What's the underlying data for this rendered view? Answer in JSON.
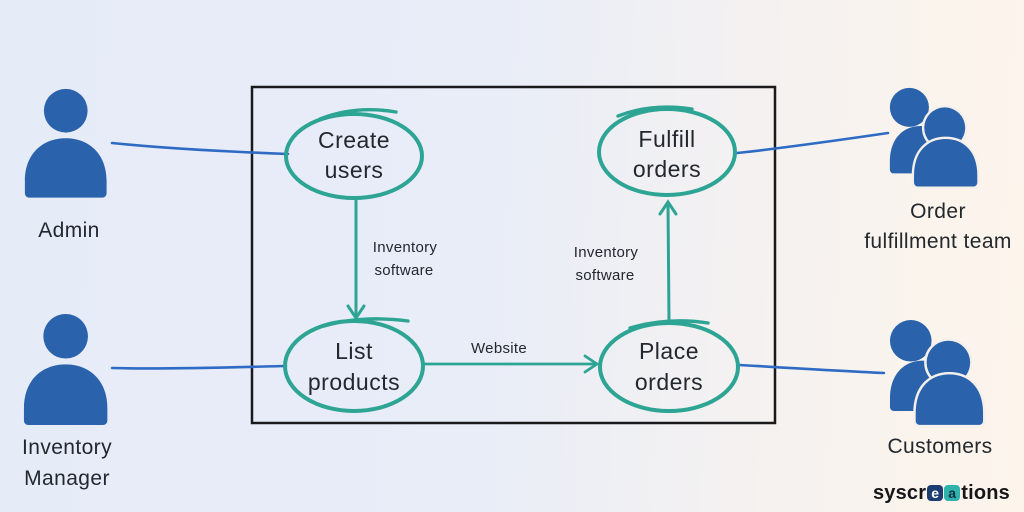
{
  "colors": {
    "accent_teal": "#2da494",
    "actor_blue": "#2a63ac",
    "connector_blue": "#2e6bc4",
    "text_dark": "#23272e",
    "boundary_black": "#1a1a1c",
    "background_left": "#e6ebf8",
    "background_right": "#fdf5ec",
    "logo_navy_tile": "#1d3c72",
    "logo_teal_tile": "#2fb2a9"
  },
  "actors": [
    {
      "id": "admin",
      "line1": "Admin",
      "line2": ""
    },
    {
      "id": "inventory-manager",
      "line1": "Inventory",
      "line2": "Manager"
    },
    {
      "id": "order-fulfillment-team",
      "line1": "Order",
      "line2": "fulfillment team"
    },
    {
      "id": "customers",
      "line1": "Customers",
      "line2": ""
    }
  ],
  "use_cases": [
    {
      "id": "create-users",
      "line1": "Create",
      "line2": "users"
    },
    {
      "id": "fulfill-orders",
      "line1": "Fulfill",
      "line2": "orders"
    },
    {
      "id": "list-products",
      "line1": "List",
      "line2": "products"
    },
    {
      "id": "place-orders",
      "line1": "Place",
      "line2": "orders"
    }
  ],
  "flow_labels": {
    "create_users_to_list_products": {
      "line1": "Inventory",
      "line2": "software"
    },
    "place_orders_to_fulfill_orders": {
      "line1": "Inventory",
      "line2": "software"
    },
    "list_products_to_place_orders": "Website"
  },
  "logo": {
    "prefix": "syscr",
    "highlight_e": "e",
    "highlight_a": "a",
    "suffix": "tions"
  }
}
